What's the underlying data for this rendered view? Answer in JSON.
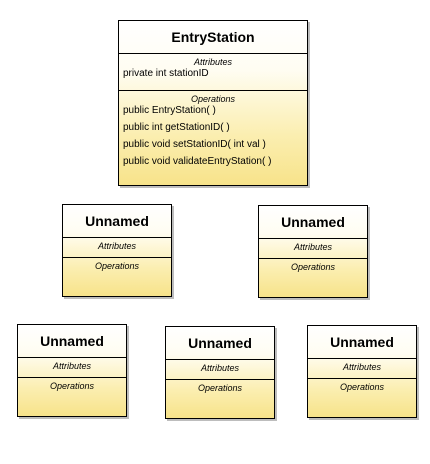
{
  "entry_station": {
    "name": "EntryStation",
    "attributes_title": "Attributes",
    "attributes": [
      "private int stationID"
    ],
    "operations_title": "Operations",
    "operations": [
      "public EntryStation(  )",
      "public int  getStationID(  )",
      "public void  setStationID( int val )",
      "public void  validateEntryStation(  )"
    ]
  },
  "unnamed_classes": [
    {
      "name": "Unnamed",
      "attributes_title": "Attributes",
      "operations_title": "Operations"
    },
    {
      "name": "Unnamed",
      "attributes_title": "Attributes",
      "operations_title": "Operations"
    },
    {
      "name": "Unnamed",
      "attributes_title": "Attributes",
      "operations_title": "Operations"
    },
    {
      "name": "Unnamed",
      "attributes_title": "Attributes",
      "operations_title": "Operations"
    },
    {
      "name": "Unnamed",
      "attributes_title": "Attributes",
      "operations_title": "Operations"
    }
  ]
}
